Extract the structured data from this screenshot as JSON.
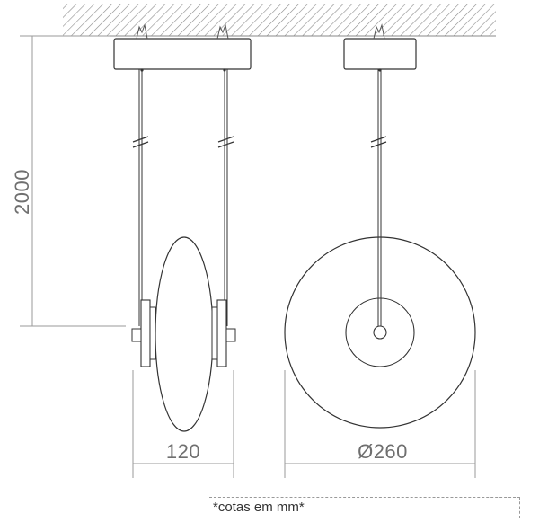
{
  "dimensions": {
    "height": "2000",
    "width": "120",
    "diameter": "Ø260"
  },
  "note": "*cotas em mm*"
}
